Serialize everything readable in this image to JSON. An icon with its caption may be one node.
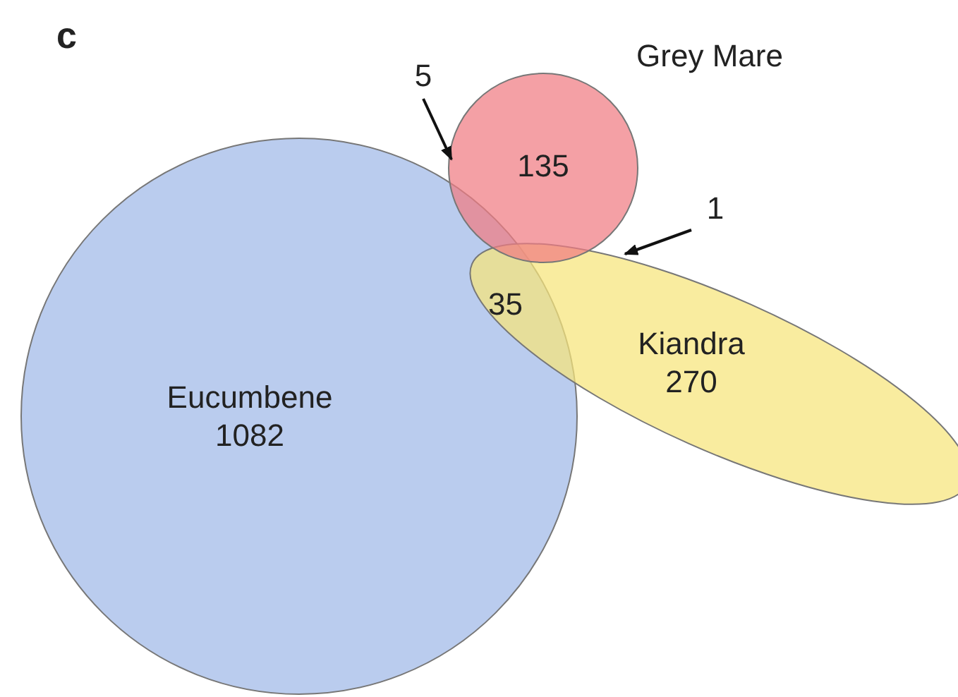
{
  "diagram": {
    "nodes": [
      {
        "text": [
          "Grey Mare",
          "135"
        ]
      },
      {
        "text": [
          "Eucumbene 1082"
        ]
      },
      {
        "text": [
          "Kiandra 270"
        ]
      },
      {
        "text": [
          "5"
        ]
      },
      {
        "text": [
          "1"
        ]
      }
    ],
    "edges": [
      {
        "from": 3,
        "to": 0,
        "arrow": "to"
      },
      {
        "from": 4,
        "to": 2,
        "arrow": "to"
      }
    ],
    "labels": [
      "c",
      "35"
    ]
  }
}
